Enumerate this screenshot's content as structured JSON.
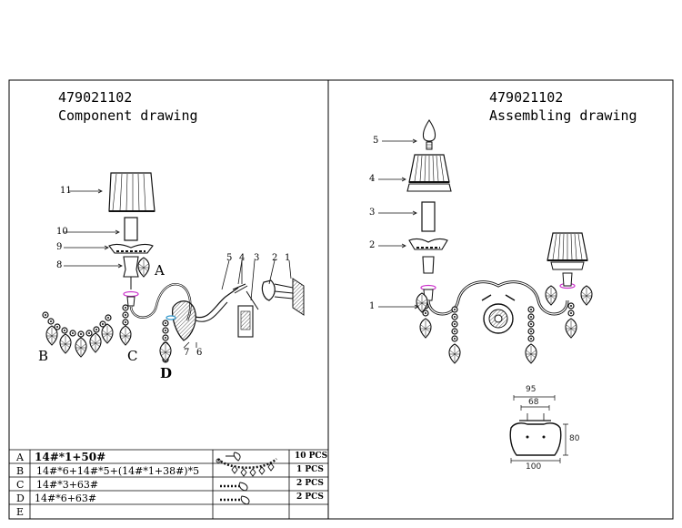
{
  "component": {
    "code": "479021102",
    "subtitle": "Component drawing",
    "callouts": [
      "11",
      "10",
      "9",
      "8",
      "5",
      "4",
      "3",
      "2",
      "1",
      "7",
      "6"
    ],
    "letters": [
      "A",
      "B",
      "C",
      "D"
    ]
  },
  "assembly": {
    "code": "479021102",
    "subtitle": "Assembling drawing",
    "callouts": [
      "5",
      "4",
      "3",
      "2",
      "1"
    ],
    "dims": [
      "95",
      "68",
      "80",
      "100"
    ]
  },
  "table": {
    "rows": [
      {
        "key": "A",
        "spec": "14#*1+50#",
        "qty": "10 PCS"
      },
      {
        "key": "B",
        "spec": "14#*6+14#*5+(14#*1+38#)*5",
        "qty": "1 PCS"
      },
      {
        "key": "C",
        "spec": "14#*3+63#",
        "qty": "2 PCS"
      },
      {
        "key": "D",
        "spec": "14#*6+63#",
        "qty": "2 PCS"
      },
      {
        "key": "E",
        "spec": "",
        "qty": ""
      }
    ]
  }
}
